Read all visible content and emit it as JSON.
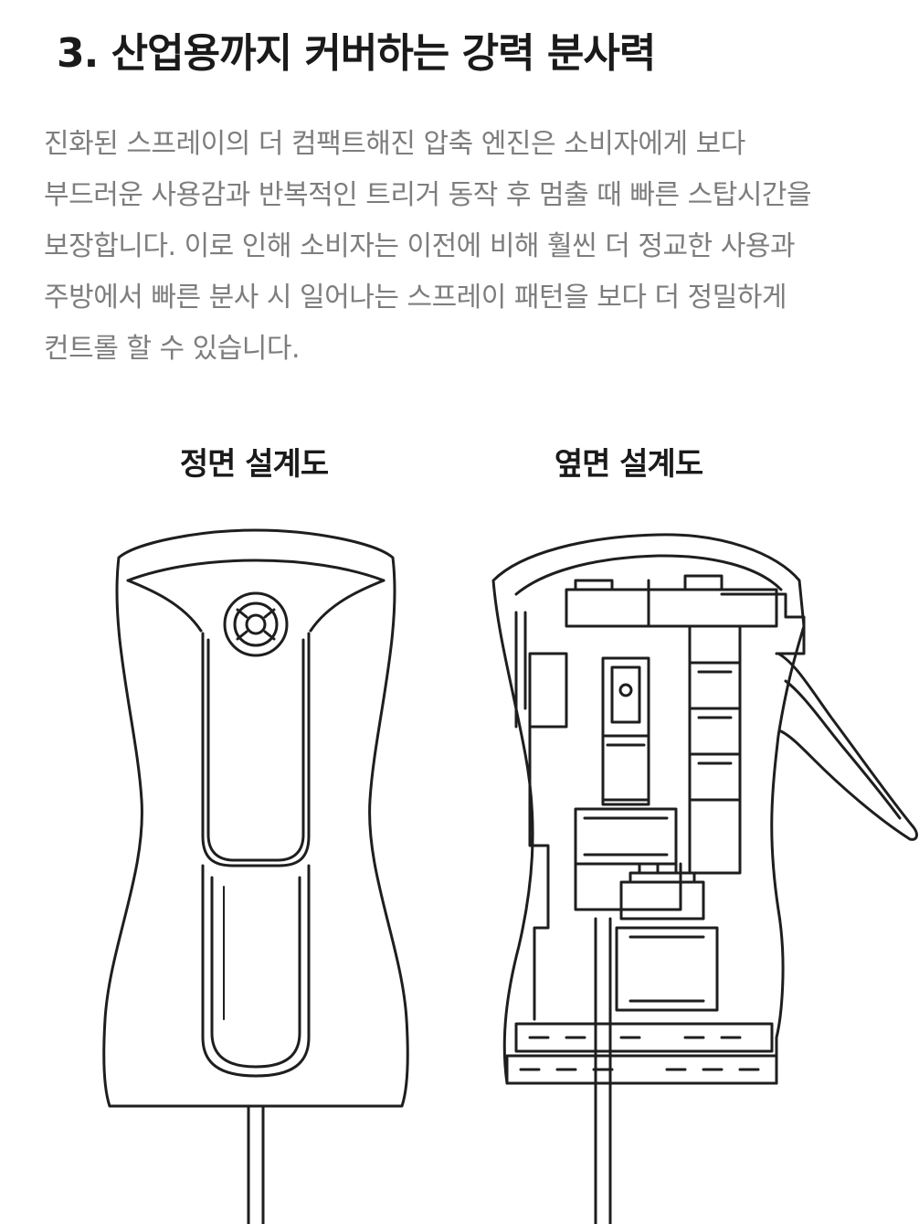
{
  "section": {
    "heading": "3. 산업용까지 커버하는 강력 분사력",
    "paragraph_lines": [
      "진화된 스프레이의 더 컴팩트해진 압축 엔진은 소비자에게 보다",
      "부드러운 사용감과 반복적인 트리거 동작 후 멈출 때 빠른 스탑시간을",
      "보장합니다. 이로 인해 소비자는 이전에 비해 훨씬 더 정교한 사용과",
      "주방에서 빠른 분사 시 일어나는 스프레이 패턴을 보다 더 정밀하게",
      "컨트롤 할 수 있습니다."
    ]
  },
  "figures": {
    "front": {
      "title": "정면 설계도"
    },
    "side": {
      "title": "옆면 설계도"
    }
  },
  "colors": {
    "heading": "#1a1a1a",
    "body_text": "#7d7d7d",
    "line_art": "#1e1e1e",
    "background": "#ffffff"
  }
}
